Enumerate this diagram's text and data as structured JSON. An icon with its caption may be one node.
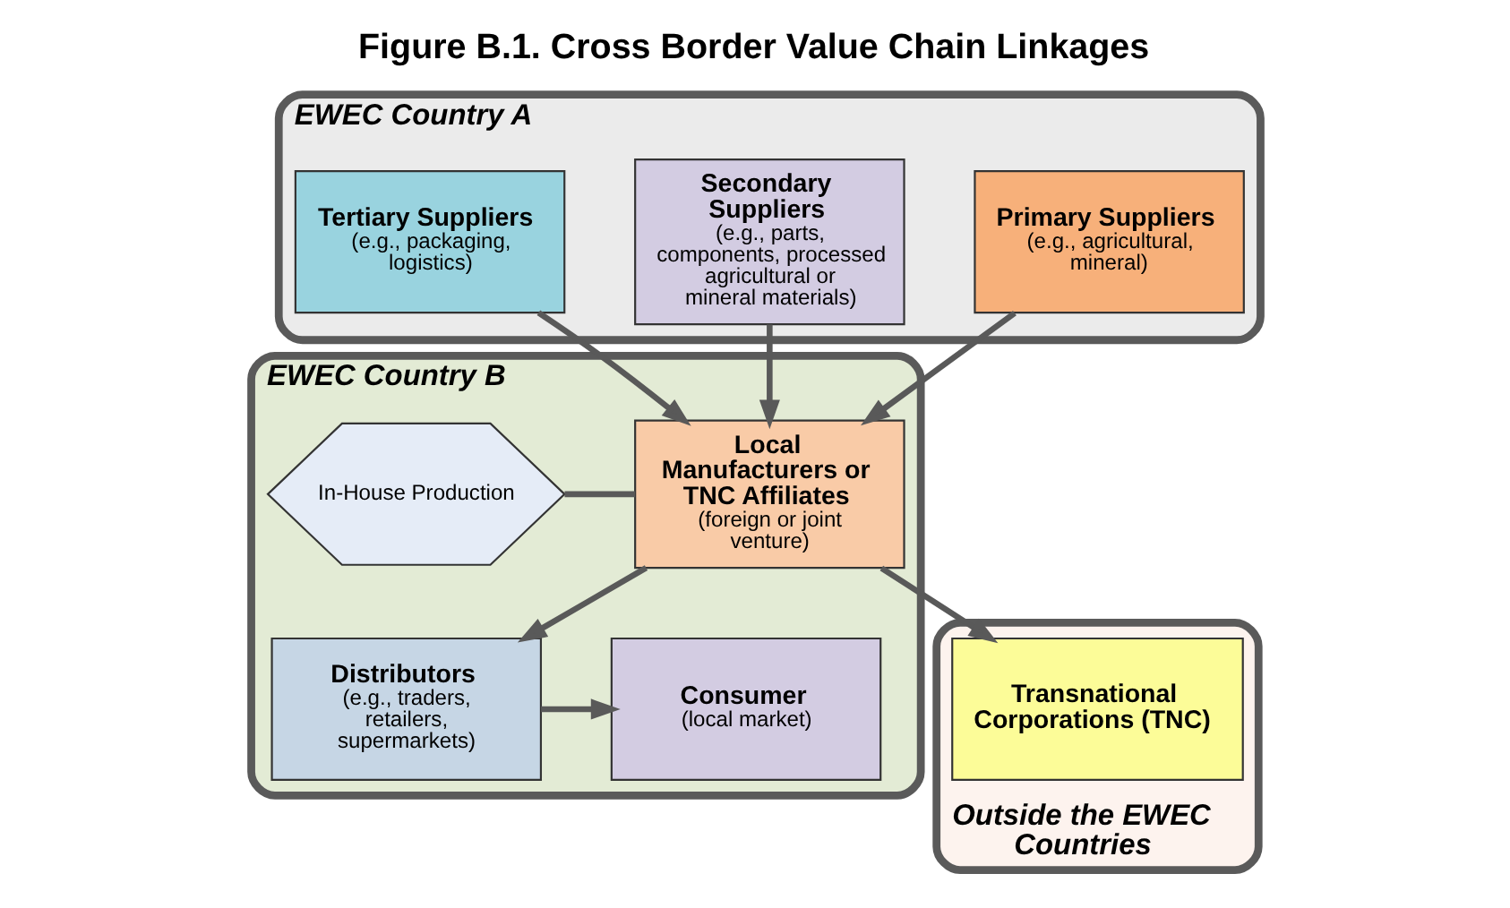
{
  "diagram": {
    "title": "Figure B.1. Cross Border Value Chain Linkages",
    "nodes": [
      {
        "text": [
          "EWEC Country A"
        ]
      },
      {
        "text": [
          "Primary Suppliers",
          "(e.g., agricultural, mineral)"
        ],
        "in": 0
      },
      {
        "text": [
          "Secondary Suppliers",
          "(e.g., parts, components, processed agricultural or mineral materials)"
        ],
        "in": 0
      },
      {
        "text": [
          "Tertiary Suppliers",
          "(e.g., packaging, logistics)"
        ],
        "in": 0
      },
      {
        "text": [
          "EWEC Country B"
        ]
      },
      {
        "text": [
          "In-House Production"
        ],
        "in": 4
      },
      {
        "text": [
          "Local Manufacturers or TNC Affiliates",
          "(foreign or joint venture)"
        ],
        "in": 4
      },
      {
        "text": [
          "Distributors",
          "(e.g., traders, retailers, supermarkets)"
        ],
        "in": 4
      },
      {
        "text": [
          "Consumer",
          "(local market)"
        ],
        "in": 4
      },
      {
        "text": [
          "Outside the EWEC Countries"
        ]
      },
      {
        "text": [
          "Transnational Corporations (TNC)"
        ],
        "in": 9
      }
    ],
    "edges": [
      {
        "from": 1,
        "to": 6,
        "arrow": "to"
      },
      {
        "from": 2,
        "to": 6,
        "arrow": "to"
      },
      {
        "from": 3,
        "to": 6,
        "arrow": "to"
      },
      {
        "from": 5,
        "to": 6,
        "arrow": "none"
      },
      {
        "from": 6,
        "to": 10,
        "arrow": "to"
      },
      {
        "from": 6,
        "to": 7,
        "arrow": "to"
      },
      {
        "from": 7,
        "to": 8,
        "arrow": "to"
      }
    ]
  }
}
